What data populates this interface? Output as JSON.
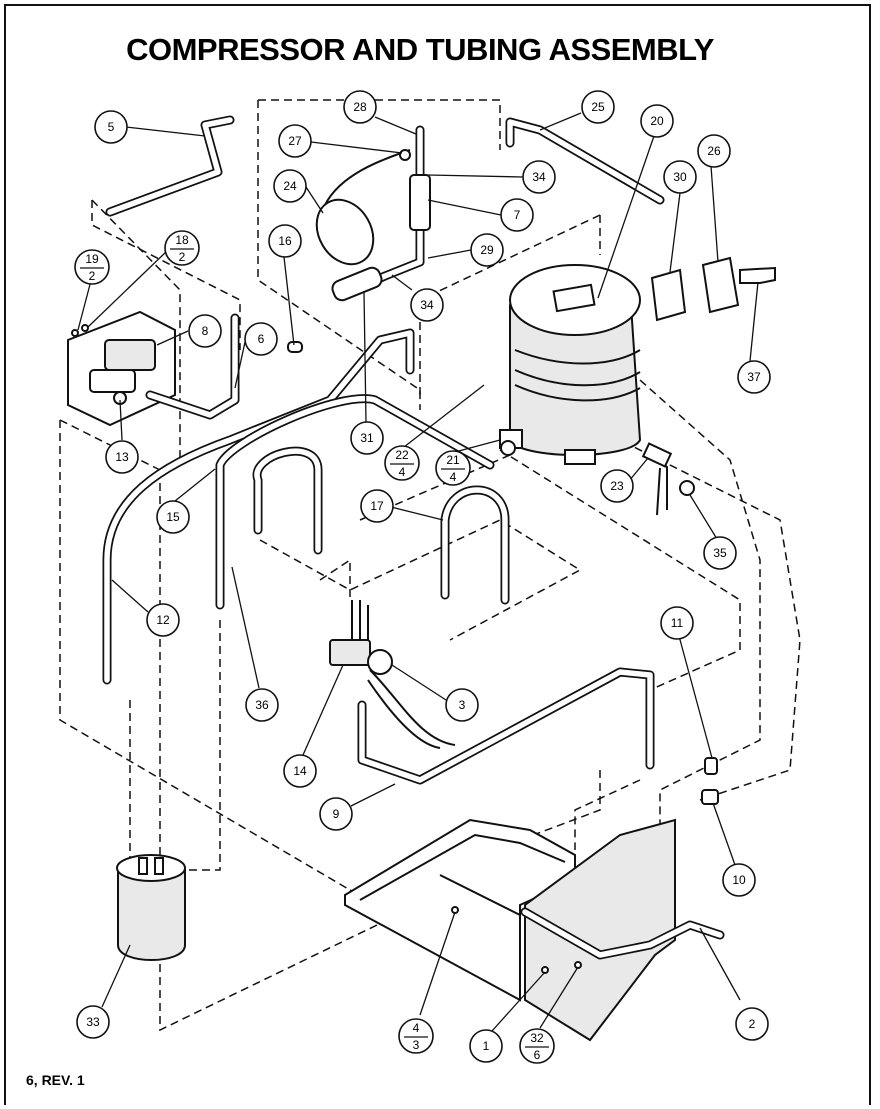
{
  "title": "COMPRESSOR AND TUBING ASSEMBLY",
  "footer": "6, REV. 1",
  "callouts": [
    {
      "id": "c5",
      "top": "5"
    },
    {
      "id": "c28",
      "top": "28"
    },
    {
      "id": "c25",
      "top": "25"
    },
    {
      "id": "c20",
      "top": "20"
    },
    {
      "id": "c27",
      "top": "27"
    },
    {
      "id": "c26",
      "top": "26"
    },
    {
      "id": "c34a",
      "top": "34"
    },
    {
      "id": "c30",
      "top": "30"
    },
    {
      "id": "c24",
      "top": "24"
    },
    {
      "id": "c7",
      "top": "7"
    },
    {
      "id": "c16",
      "top": "16"
    },
    {
      "id": "c29",
      "top": "29"
    },
    {
      "id": "c18",
      "top": "18",
      "bottom": "2"
    },
    {
      "id": "c19",
      "top": "19",
      "bottom": "2"
    },
    {
      "id": "c34b",
      "top": "34"
    },
    {
      "id": "c37",
      "top": "37"
    },
    {
      "id": "c8",
      "top": "8"
    },
    {
      "id": "c6",
      "top": "6"
    },
    {
      "id": "c31",
      "top": "31"
    },
    {
      "id": "c13",
      "top": "13"
    },
    {
      "id": "c22",
      "top": "22",
      "bottom": "4"
    },
    {
      "id": "c21",
      "top": "21",
      "bottom": "4"
    },
    {
      "id": "c23",
      "top": "23"
    },
    {
      "id": "c15",
      "top": "15"
    },
    {
      "id": "c17",
      "top": "17"
    },
    {
      "id": "c35",
      "top": "35"
    },
    {
      "id": "c12",
      "top": "12"
    },
    {
      "id": "c11",
      "top": "11"
    },
    {
      "id": "c36",
      "top": "36"
    },
    {
      "id": "c3",
      "top": "3"
    },
    {
      "id": "c14",
      "top": "14"
    },
    {
      "id": "c9",
      "top": "9"
    },
    {
      "id": "c10",
      "top": "10"
    },
    {
      "id": "c2",
      "top": "2"
    },
    {
      "id": "c33",
      "top": "33"
    },
    {
      "id": "c4",
      "top": "4",
      "bottom": "3"
    },
    {
      "id": "c1",
      "top": "1"
    },
    {
      "id": "c32",
      "top": "32",
      "bottom": "6"
    }
  ]
}
